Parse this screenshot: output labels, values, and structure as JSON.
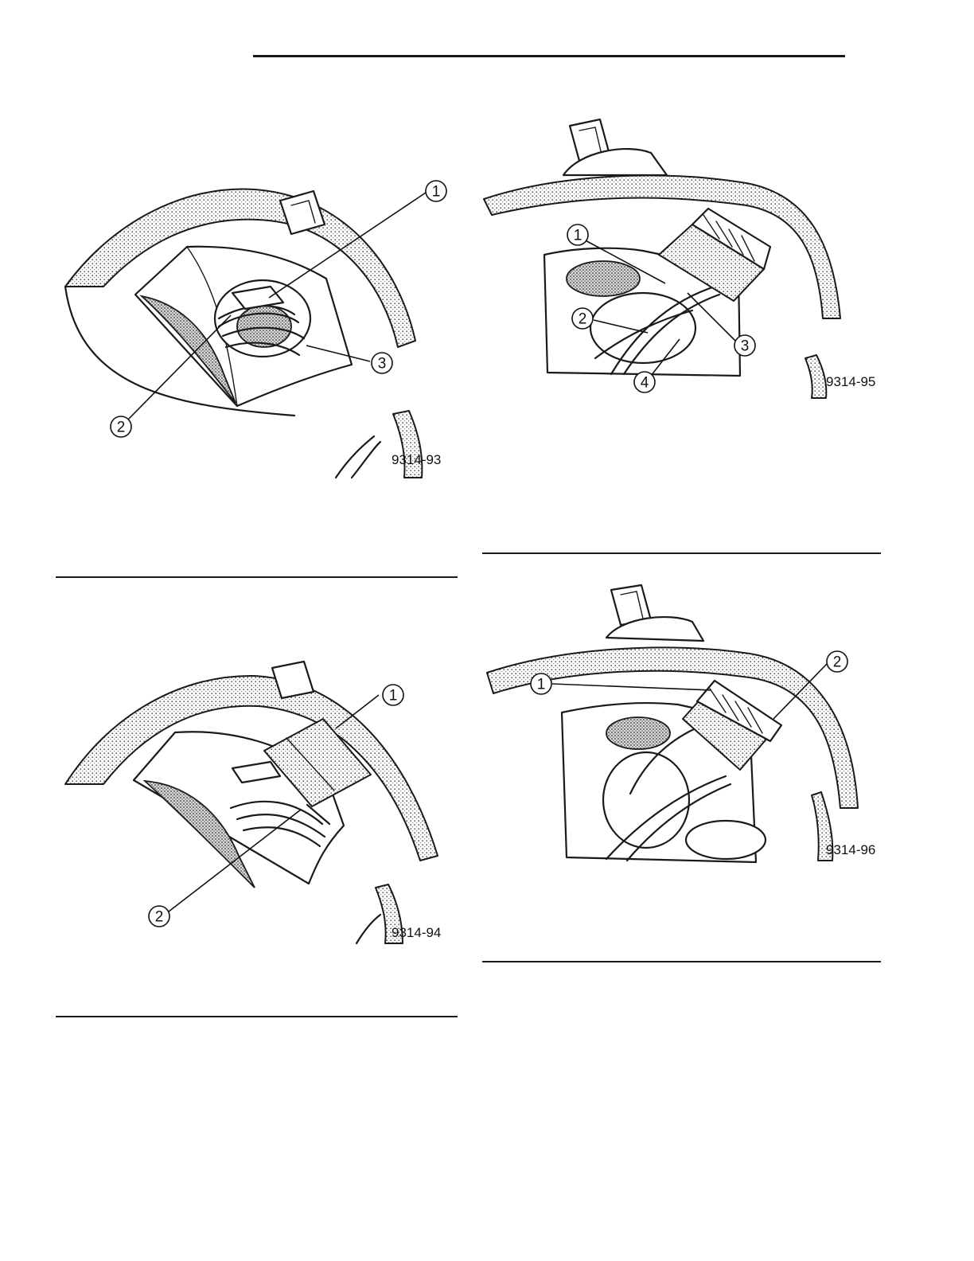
{
  "figures": [
    {
      "id": "fig-93",
      "code": "9314-93",
      "callouts": [
        "1",
        "2",
        "3"
      ]
    },
    {
      "id": "fig-94",
      "code": "9314-94",
      "callouts": [
        "1",
        "2"
      ]
    },
    {
      "id": "fig-95",
      "code": "9314-95",
      "callouts": [
        "1",
        "2",
        "3",
        "4"
      ]
    },
    {
      "id": "fig-96",
      "code": "9314-96",
      "callouts": [
        "1",
        "2"
      ]
    }
  ]
}
